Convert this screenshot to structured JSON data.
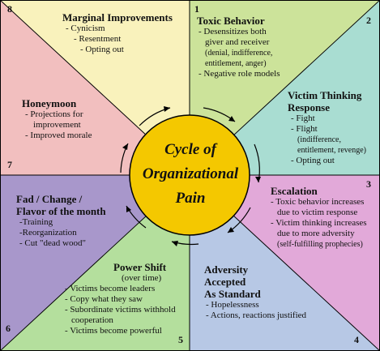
{
  "colors": {
    "s1": "#cce39a",
    "s2": "#a9ddd2",
    "s3": "#e2a9d9",
    "s4": "#b7c8e5",
    "s5": "#b4df9d",
    "s6": "#a897cb",
    "s7": "#f2bfbf",
    "s8": "#f9f2bc",
    "circle": "#f4c800",
    "border": "#000000"
  },
  "center_title": [
    "Cycle of",
    "Organizational",
    "Pain"
  ],
  "sections": [
    {
      "number": "1",
      "title": "Toxic Behavior",
      "items": [
        "- Desensitizes both",
        "giver and receiver",
        "(denial, indifference,",
        "entitlement, anger)",
        "- Negative role models"
      ]
    },
    {
      "number": "2",
      "title": "Victim Thinking",
      "title2": "Response",
      "items": [
        "- Fight",
        "- Flight",
        "(indifference,",
        "entitlement, revenge)",
        "- Opting out"
      ]
    },
    {
      "number": "3",
      "title": "Escalation",
      "items": [
        "- Toxic behavior increases",
        "due to victim response",
        "- Victim thinking increases",
        "due to more adversity",
        "(self-fulfilling prophecies)"
      ]
    },
    {
      "number": "4",
      "title": "Adversity",
      "title2": "Accepted",
      "title3": "As Standard",
      "items": [
        "- Hopelessness",
        "- Actions, reactions justified"
      ]
    },
    {
      "number": "5",
      "title": "Power Shift",
      "subtitle": "(over time)",
      "items": [
        "- Victims become leaders",
        "- Copy what they saw",
        "- Subordinate victims withhold",
        "cooperation",
        "- Victims become powerful"
      ]
    },
    {
      "number": "6",
      "title": "Fad / Change /",
      "title2": "Flavor of the month",
      "items": [
        "-Training",
        "-Reorganization",
        "- Cut \"dead wood\""
      ]
    },
    {
      "number": "7",
      "title": "Honeymoon",
      "items": [
        "- Projections for",
        "improvement",
        "- Improved morale"
      ]
    },
    {
      "number": "8",
      "title": "Marginal Improvements",
      "items": [
        "- Cynicism",
        "- Resentment",
        "- Opting out"
      ]
    }
  ]
}
